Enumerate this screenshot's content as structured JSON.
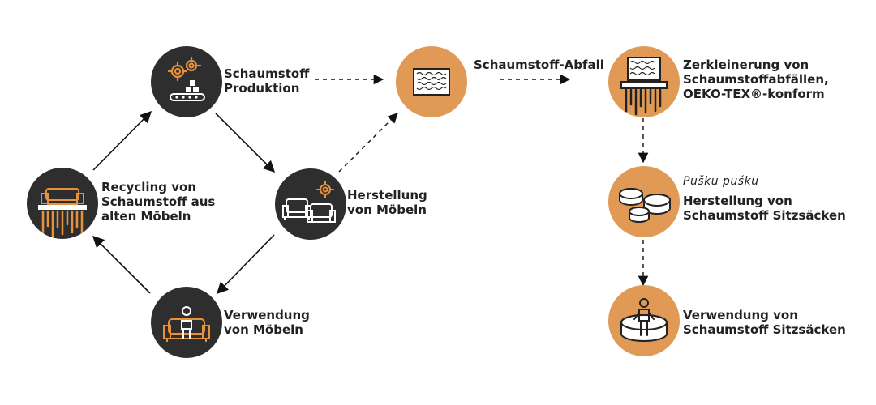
{
  "colors": {
    "dark_node": "#2e2e2e",
    "orange_node": "#e09a55",
    "accent_orange": "#e8913d",
    "arrow": "#111111",
    "text": "#222222"
  },
  "nodes": {
    "foam_production": {
      "icon": "gears-conveyor-icon",
      "lines": [
        "Schaumstoff",
        "Produktion"
      ]
    },
    "furniture_manufacturing": {
      "icon": "sofa-gear-icon",
      "lines": [
        "Herstellung",
        "von Möbeln"
      ]
    },
    "furniture_use": {
      "icon": "person-on-sofa-icon",
      "lines": [
        "Verwendung",
        "von Möbeln"
      ]
    },
    "foam_recycling": {
      "icon": "shredded-sofa-icon",
      "lines": [
        "Recycling von",
        "Schaumstoff aus",
        "alten Möbeln"
      ]
    },
    "foam_waste": {
      "icon": "foam-block-icon",
      "lines": [
        "Schaumstoff-Abfall"
      ]
    },
    "foam_shredding": {
      "icon": "foam-shredder-icon",
      "lines": [
        "Zerkleinerung von",
        "Schaumstoffabfällen,",
        "OEKO-TEX®-konform"
      ]
    },
    "beanbag_manufacturing": {
      "icon": "foam-cylinders-icon",
      "brand": "Pušku pušku",
      "lines": [
        "Herstellung von",
        "Schaumstoff Sitzsäcken"
      ]
    },
    "beanbag_use": {
      "icon": "person-on-beanbag-icon",
      "lines": [
        "Verwendung von",
        "Schaumstoff Sitzsäcken"
      ]
    }
  }
}
